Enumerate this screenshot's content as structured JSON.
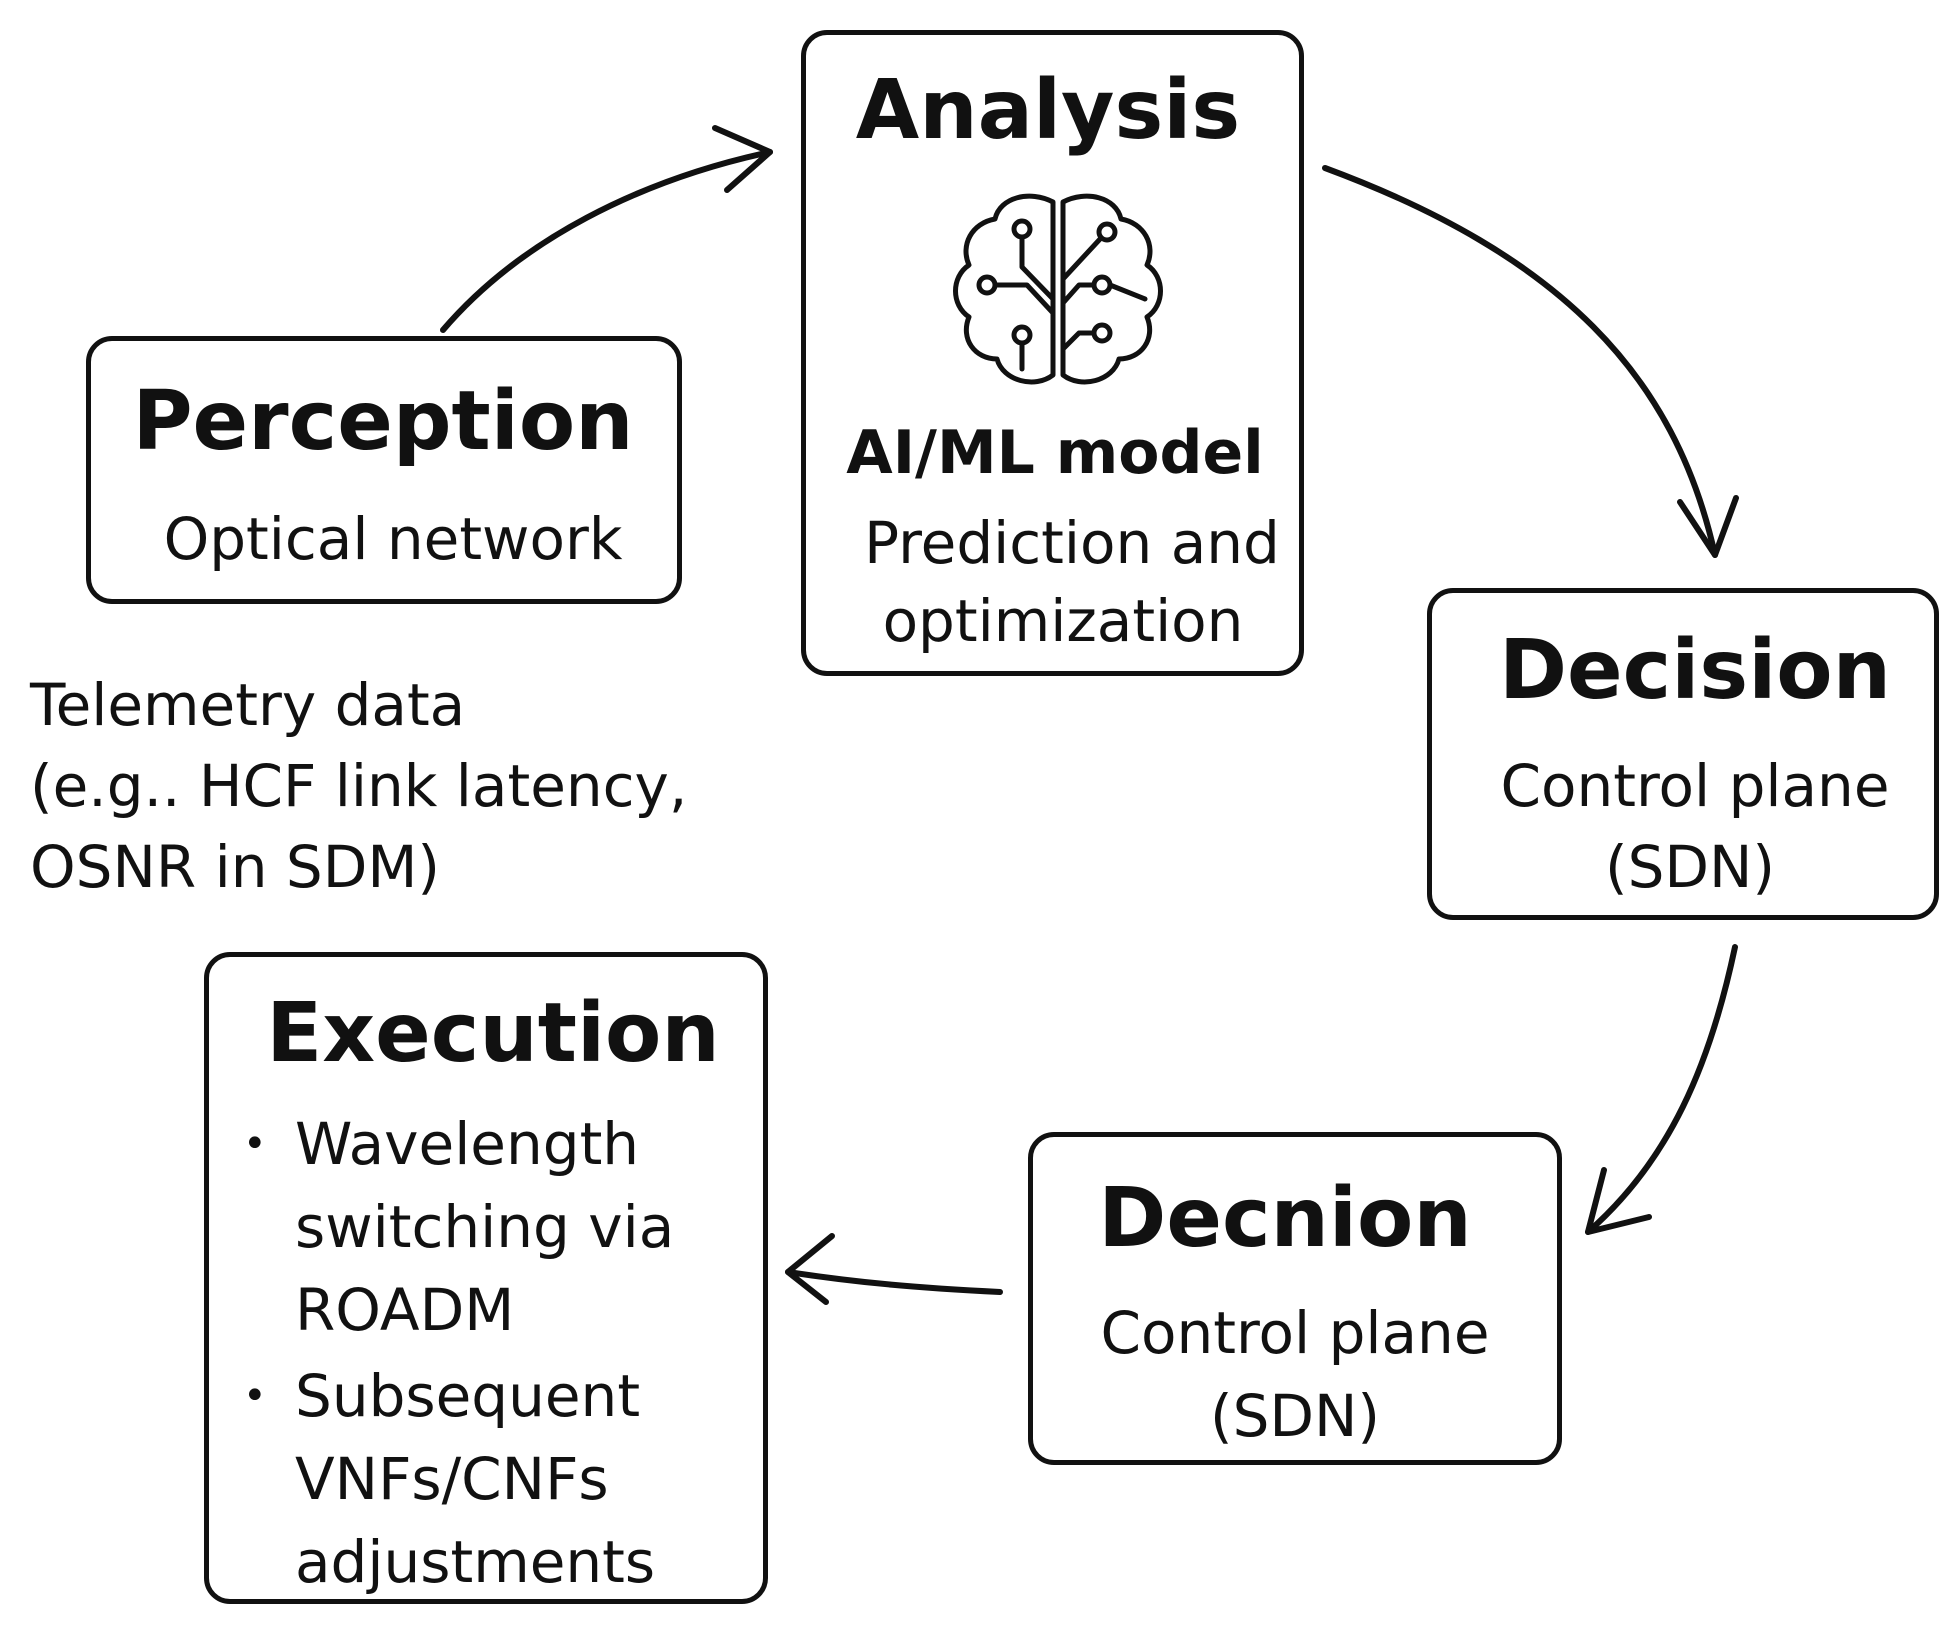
{
  "perception": {
    "title": "Perception",
    "subtitle": "Optical network"
  },
  "analysis": {
    "title": "Analysis",
    "icon": "brain-circuit-icon",
    "model_label": "AI/ML model",
    "line1": "Prediction and",
    "line2": "optimization"
  },
  "decision": {
    "title": "Decision",
    "line1": "Control plane",
    "line2": "(SDN)"
  },
  "decnion": {
    "title": "Decnion",
    "line1": "Control plane",
    "line2": "(SDN)"
  },
  "execution": {
    "title": "Execution",
    "bullets": [
      "Wavelength\nswitching via\nROADM",
      "Subsequent\nVNFs/CNFs\nadjustments"
    ]
  },
  "telemetry": {
    "text": "Telemetry data\n(e.g.. HCF link latency,\nOSNR in SDM)"
  }
}
